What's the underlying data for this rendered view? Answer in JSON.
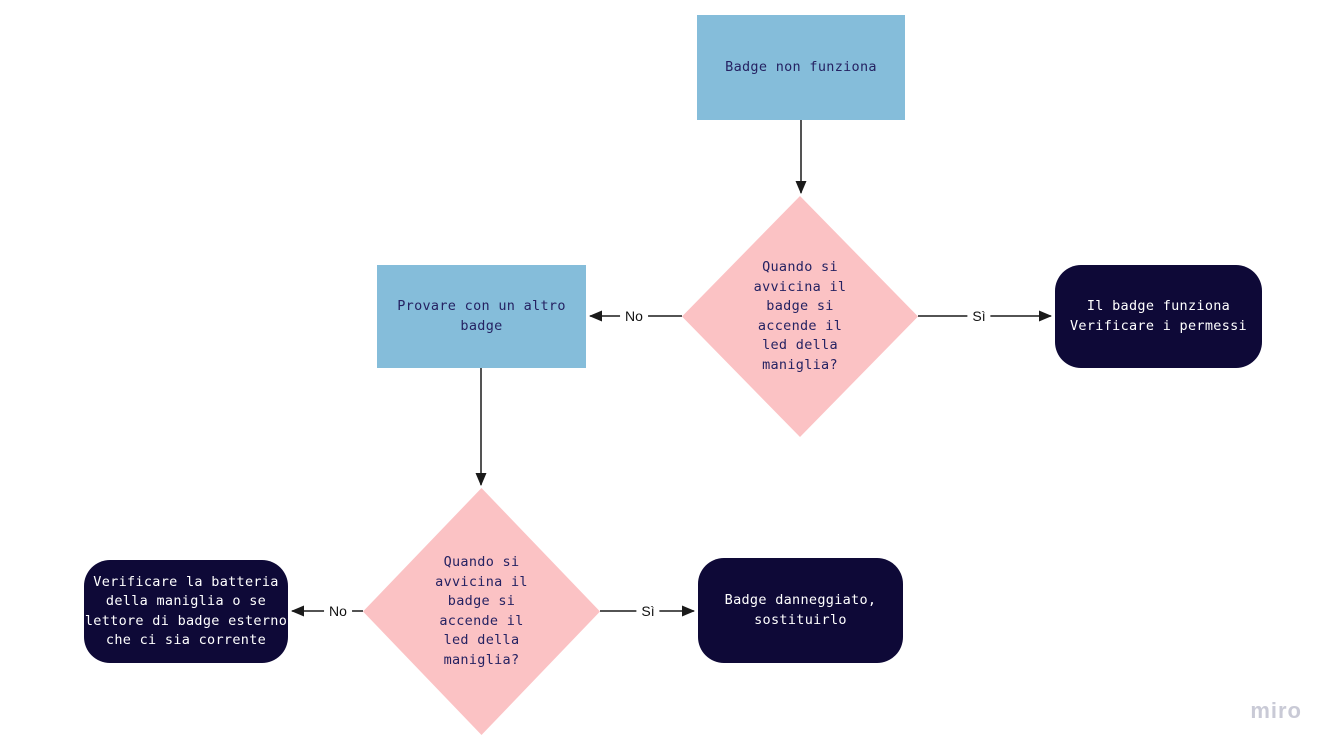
{
  "board": {
    "watermark": "miro"
  },
  "colors": {
    "process_fill": "#85bdda",
    "decision_fill": "#fbc2c4",
    "terminal_fill": "#0e0937",
    "shape_text": "#252262",
    "terminal_text": "#ffffff",
    "connector": "#1a1a1a",
    "edge_label_text": "#111111",
    "watermark_text": "#c9cad6",
    "background": "#ffffff"
  },
  "nodes": {
    "start": {
      "shape": "rectangle",
      "label": "Badge non funziona"
    },
    "decision1": {
      "shape": "diamond",
      "label": "Quando si\navvicina il\nbadge si\naccende il\nled della\nmaniglia?"
    },
    "try_other_badge": {
      "shape": "rectangle",
      "label": "Provare con un altro\nbadge"
    },
    "badge_works": {
      "shape": "rounded-rectangle",
      "label": "Il badge funziona\nVerificare i permessi"
    },
    "decision2": {
      "shape": "diamond",
      "label": "Quando si\navvicina il\nbadge si\naccende il\nled della\nmaniglia?"
    },
    "badge_damaged": {
      "shape": "rounded-rectangle",
      "label": "Badge danneggiato,\nsostituirlo"
    },
    "check_battery": {
      "shape": "rounded-rectangle",
      "label": "Verificare la batteria\ndella maniglia o se\nlettore di badge esterno\nche ci sia corrente"
    }
  },
  "edges": {
    "yes_label": "Sì",
    "no_label": "No"
  }
}
